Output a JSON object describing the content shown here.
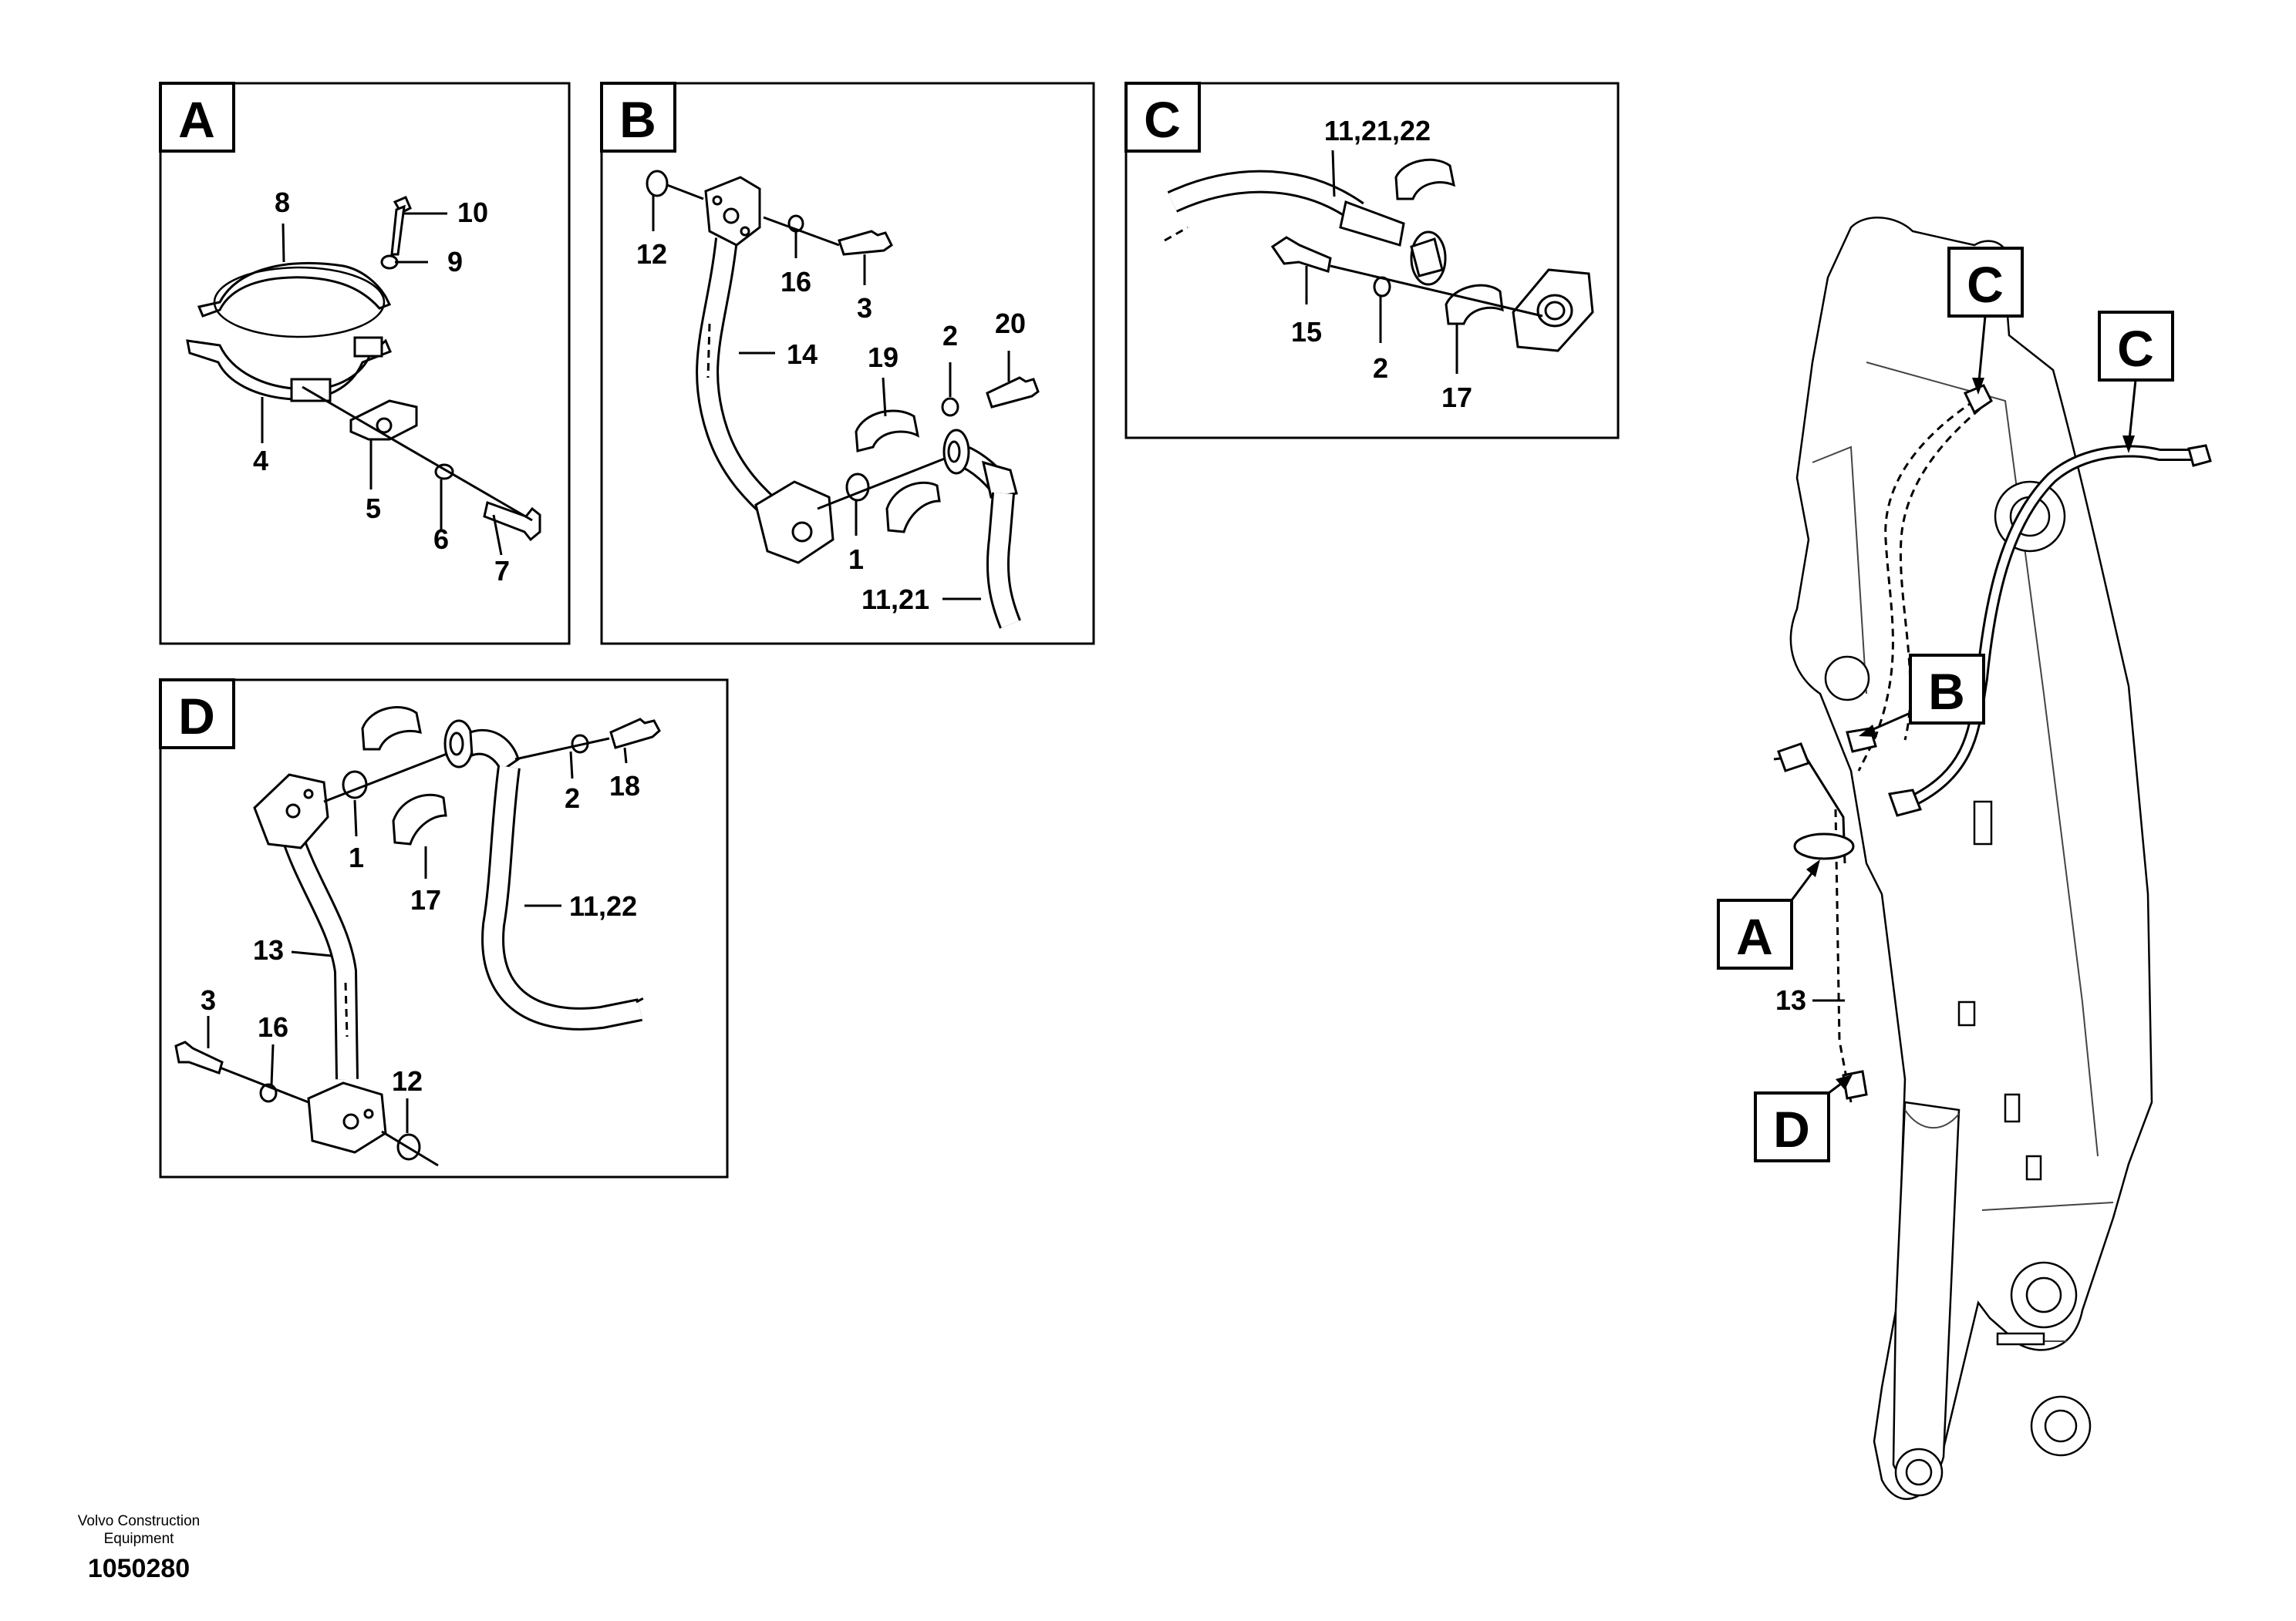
{
  "panels": {
    "A": {
      "letter": "A",
      "labels": {
        "p8": "8",
        "p10": "10",
        "p9": "9",
        "p4": "4",
        "p5": "5",
        "p6": "6",
        "p7": "7"
      }
    },
    "B": {
      "letter": "B",
      "labels": {
        "p12": "12",
        "p16": "16",
        "p3": "3",
        "p14": "14",
        "p19": "19",
        "p2": "2",
        "p20": "20",
        "p1": "1",
        "p1121": "11,21"
      }
    },
    "C": {
      "letter": "C",
      "labels": {
        "p112122": "11,21,22",
        "p15": "15",
        "p2": "2",
        "p17": "17"
      }
    },
    "D": {
      "letter": "D",
      "labels": {
        "p1": "1",
        "p17": "17",
        "p2": "2",
        "p18": "18",
        "p1122": "11,22",
        "p13": "13",
        "p3": "3",
        "p16": "16",
        "p12": "12"
      }
    }
  },
  "overview": {
    "callouts": {
      "c1": "C",
      "c2": "C",
      "b": "B",
      "a": "A",
      "d": "D"
    },
    "labels": {
      "p13": "13"
    }
  },
  "footer": {
    "company": "Volvo Construction Equipment",
    "number": "1050280"
  }
}
